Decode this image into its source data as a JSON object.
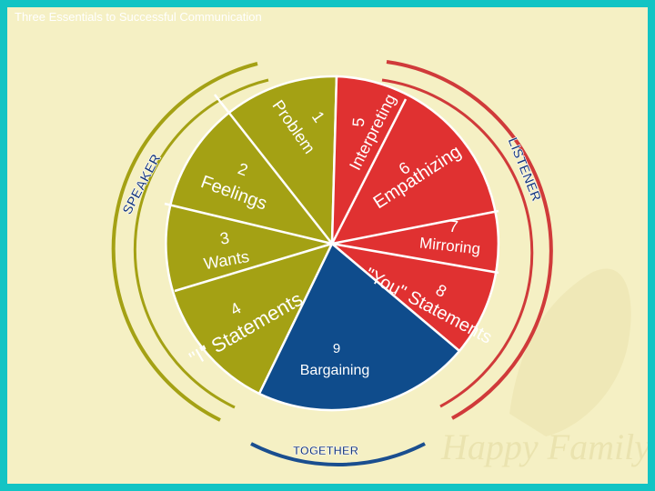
{
  "slide_title": "Three Essentials to Successful Communication",
  "colors": {
    "speaker": "#a4a114",
    "listener": "#e03131",
    "together": "#0f4c8c",
    "arc_speaker": "#a4a114",
    "arc_listener": "#d03a3a",
    "arc_together": "#1a4e8f",
    "frame": "#13c4c4",
    "background": "#f5f0c4"
  },
  "segments": [
    {
      "number": "1",
      "label": "Problem"
    },
    {
      "number": "2",
      "label": "Feelings"
    },
    {
      "number": "3",
      "label": "Wants"
    },
    {
      "number": "4",
      "label": "\"I\" Statements"
    },
    {
      "number": "5",
      "label": "Interpreting"
    },
    {
      "number": "6",
      "label": "Empathizing"
    },
    {
      "number": "7",
      "label": "Mirroring"
    },
    {
      "number": "8",
      "label": "\"You\" Statements"
    },
    {
      "number": "9",
      "label": "Bargaining"
    }
  ],
  "rim_labels": {
    "speaker": "SPEAKER",
    "listener": "LISTENER",
    "together": "TOGETHER"
  },
  "watermark": "Happy Family"
}
